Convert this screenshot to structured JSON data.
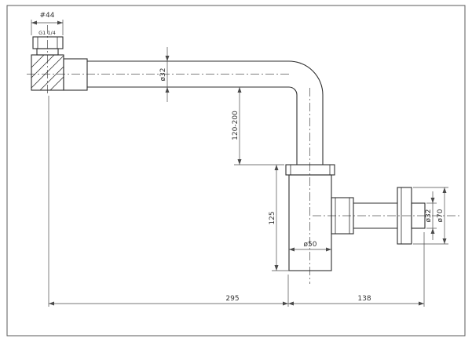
{
  "drawing": {
    "labels": {
      "inlet_outer_dia": "#44",
      "inlet_thread": "G1 1/4",
      "pipe_dia": "ø32",
      "drop_range": "120-200",
      "body_height": "125",
      "body_dia": "ø50",
      "outlet_dia": "ø32",
      "flange_dia": "ø70",
      "overall_width": "295",
      "outlet_length": "138"
    },
    "colors": {
      "outline": "#2e2e2e",
      "dimension": "#4a4a4a",
      "centerline": "#555555",
      "border": "#5a5a5a",
      "background": "#ffffff"
    }
  }
}
